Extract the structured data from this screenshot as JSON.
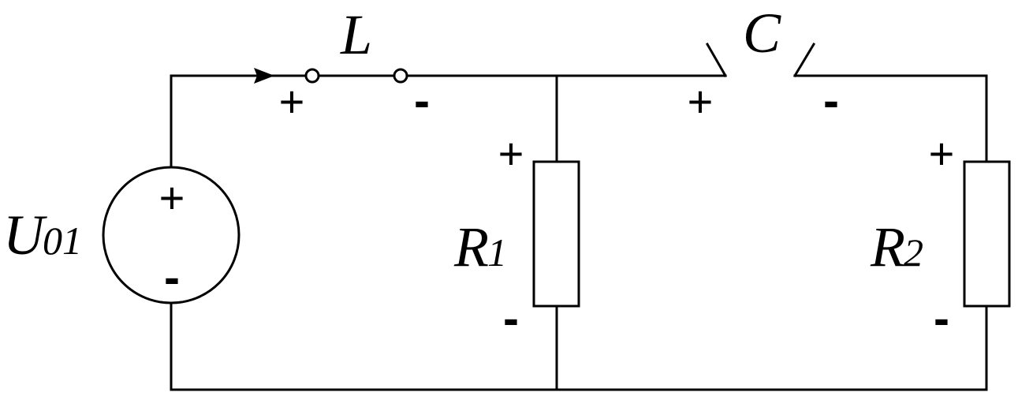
{
  "source": {
    "label_main": "U",
    "label_sub": "01",
    "plus": "+",
    "minus": "-"
  },
  "inductor": {
    "label": "L",
    "plus": "+",
    "minus": "-"
  },
  "capacitor": {
    "label": "C",
    "plus": "+",
    "minus": "-"
  },
  "resistor1": {
    "label_main": "R",
    "label_sub": "1",
    "plus": "+",
    "minus": "-"
  },
  "resistor2": {
    "label_main": "R",
    "label_sub": "2",
    "plus": "+",
    "minus": "-"
  }
}
